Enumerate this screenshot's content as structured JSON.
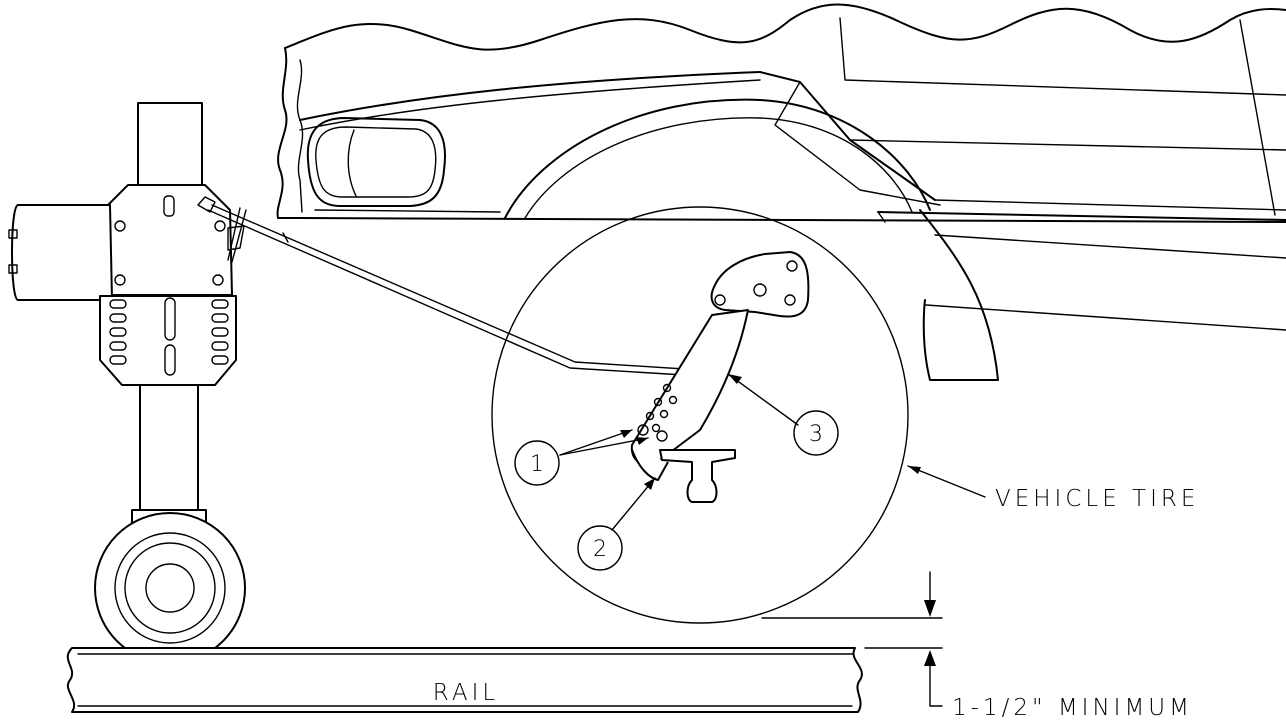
{
  "callouts": {
    "one": "1",
    "two": "2",
    "three": "3"
  },
  "labels": {
    "vehicle_tire": "VEHICLE TIRE",
    "rail": "RAIL",
    "minimum": "1-1/2\" MINIMUM"
  },
  "colors": {
    "line": "#000000",
    "background": "#ffffff"
  }
}
